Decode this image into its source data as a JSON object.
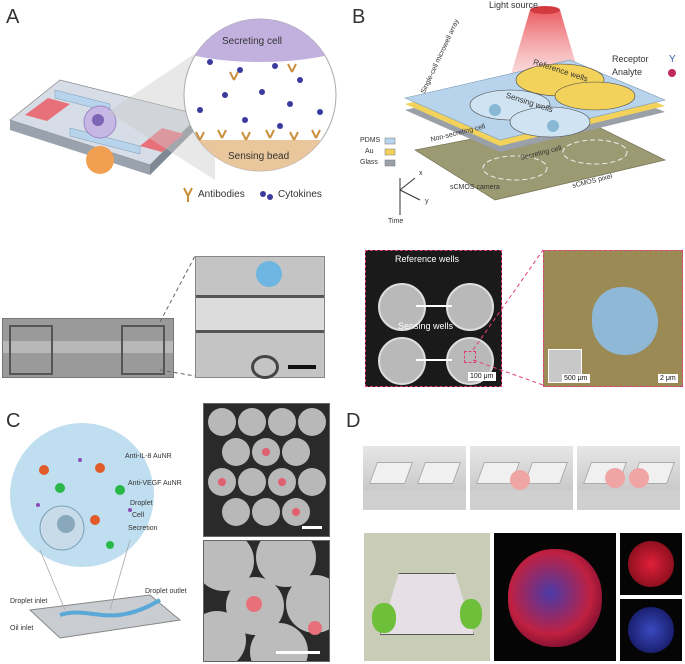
{
  "panels": {
    "A": {
      "letter": "A",
      "secreting_cell": "Secreting cell",
      "sensing_bead": "Sensing bead",
      "antibodies": "Antibodies",
      "cytokines": "Cytokines"
    },
    "B": {
      "letter": "B",
      "light_source": "Light source",
      "receptor": "Receptor",
      "analyte": "Analyte",
      "array": "Single-cell microwell array",
      "reference_wells": "Reference wells",
      "sensing_wells": "Sensing wells",
      "non_secreting": "Non-secreting cell",
      "secreting": "Secreting cell",
      "pdms": "PDMS",
      "au": "Au",
      "glass": "Glass",
      "scmos_camera": "sCMOS camera",
      "scmos_pixel": "sCMOS pixel",
      "axis_x": "x",
      "axis_y": "y",
      "time": "Time",
      "micro_reference": "Reference wells",
      "micro_sensing": "Sensing wells",
      "scale_100": "100 μm",
      "scale_500": "500 μm",
      "scale_2": "2 μm"
    },
    "C": {
      "letter": "C",
      "anti_il8": "Anti-IL-8 AuNR",
      "anti_vegf": "Anti-VEGF AuNR",
      "droplet": "Droplet",
      "cell": "Cell",
      "secretion": "Secretion",
      "droplet_inlet": "Droplet inlet",
      "droplet_outlet": "Droplet outlet",
      "oil_inlet": "Oil inlet"
    },
    "D": {
      "letter": "D"
    }
  },
  "colors": {
    "secreting_cell": "#b7a6d8",
    "sensing_bead": "#f0a050",
    "channel_red": "#e8707a",
    "channel_blue": "#b8d4ec",
    "gold": "#f2d25a",
    "pink_dash": "#e0407a",
    "droplet_blue": "#a9d3ea",
    "fluor_red": "#e0203a",
    "fluor_blue": "#2a3aa0"
  }
}
